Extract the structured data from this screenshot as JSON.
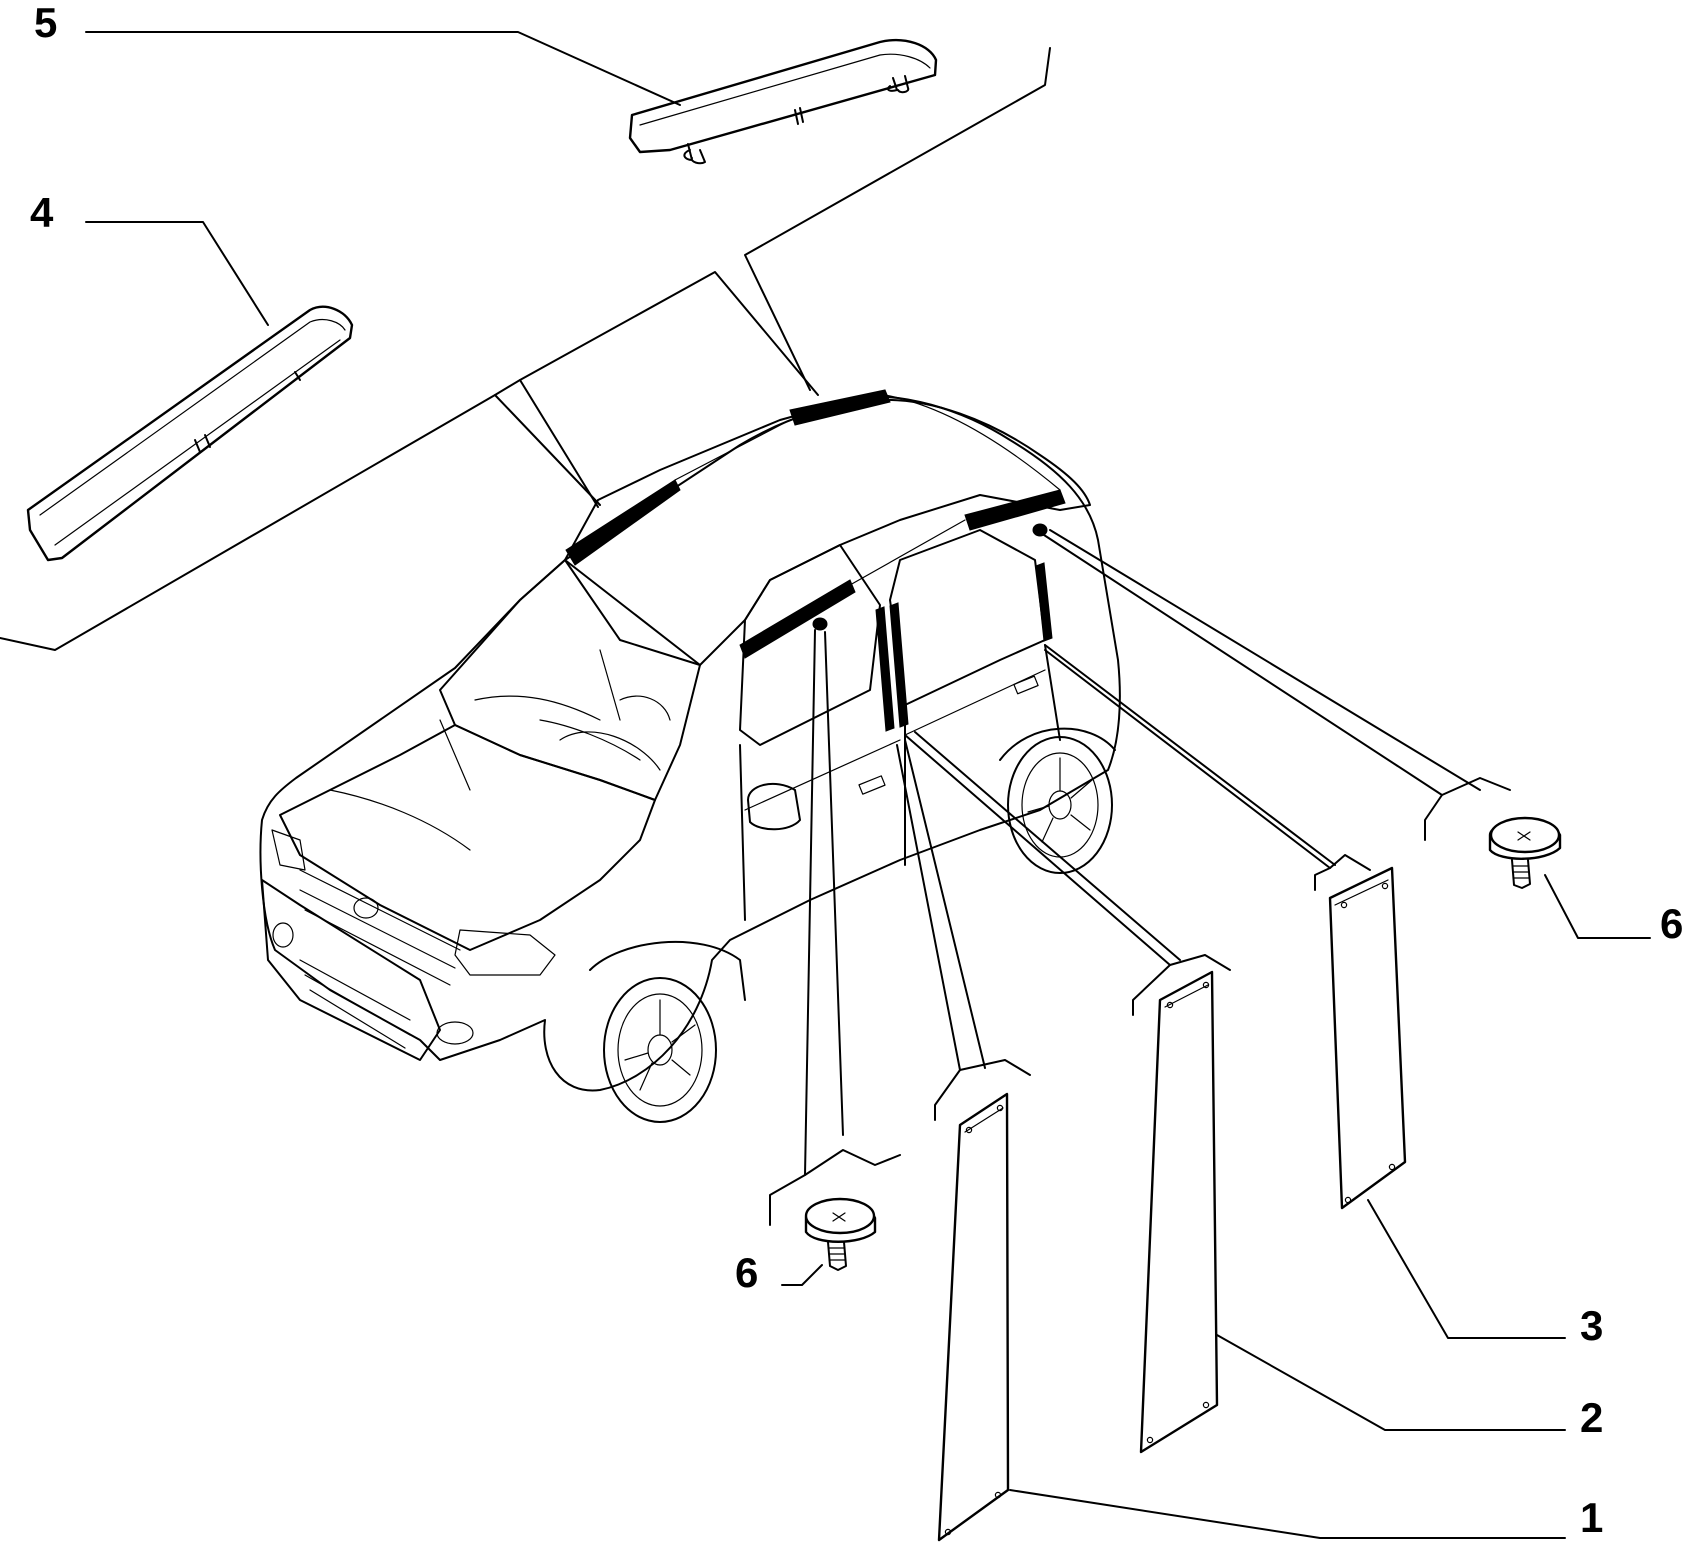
{
  "callouts": {
    "c1": "1",
    "c2": "2",
    "c3": "3",
    "c4": "4",
    "c5": "5",
    "c6_right": "6",
    "c6_left": "6"
  },
  "parts": {
    "p1": "pillar-trim-panel-front",
    "p2": "pillar-trim-panel-middle",
    "p3": "pillar-trim-panel-rear",
    "p4": "roof-rail-front-cover",
    "p5": "roof-rail-rear-cover",
    "p6": "fastener-clip"
  },
  "colors": {
    "line": "#000000",
    "background": "#ffffff"
  }
}
